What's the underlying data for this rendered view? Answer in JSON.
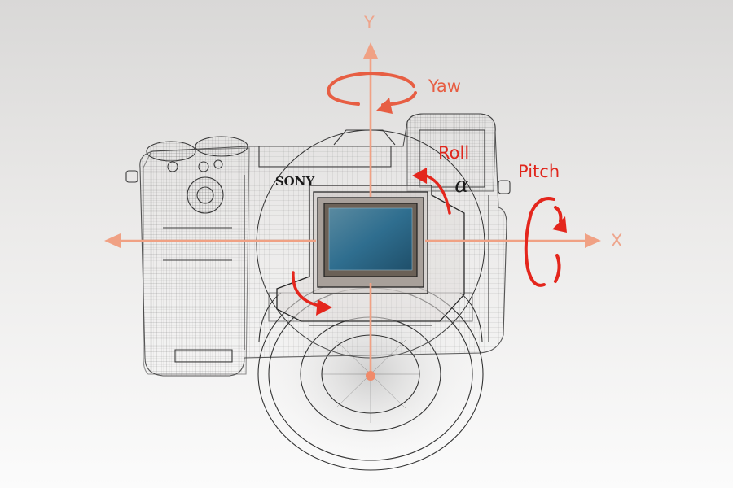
{
  "diagram": {
    "brand": "SONY",
    "brand_mark": "α",
    "axes": {
      "y": "Y",
      "x": "X"
    },
    "rotations": {
      "yaw": "Yaw",
      "roll": "Roll",
      "pitch": "Pitch"
    },
    "colors": {
      "axis": "#f0a184",
      "rotation_yaw": "#e75e43",
      "rotation_roll_pitch": "#e4261d",
      "label_yaw": "#e75e43",
      "label_roll_pitch": "#e0261c",
      "axis_label": "#eea58c",
      "wireframe": "#333333",
      "sensor": "#2f6e8f"
    }
  }
}
